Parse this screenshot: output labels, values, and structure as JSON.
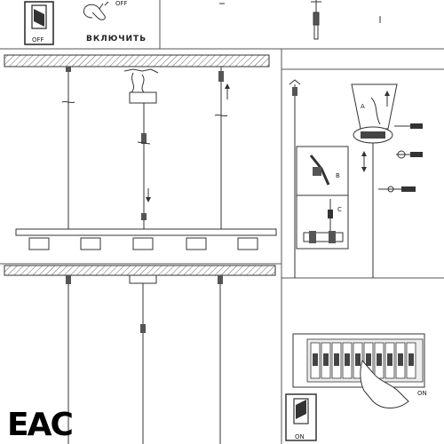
{
  "switch_labels": {
    "off_top_switch": "OFF",
    "off_hand": "OFF",
    "turn_on_caption": "ВКЛЮЧИТЬ",
    "on_hand": "ON",
    "on_bottom_switch": "ON"
  },
  "callouts": {
    "a": "A",
    "b": "B",
    "c": "C"
  },
  "certification_mark": "EAC",
  "icons": {
    "switch": "rocker-switch-icon",
    "hand": "hand-press-icon",
    "breaker": "circuit-breaker-icon",
    "screwdriver": "screwdriver-icon",
    "arrow": "arrow-icon"
  }
}
